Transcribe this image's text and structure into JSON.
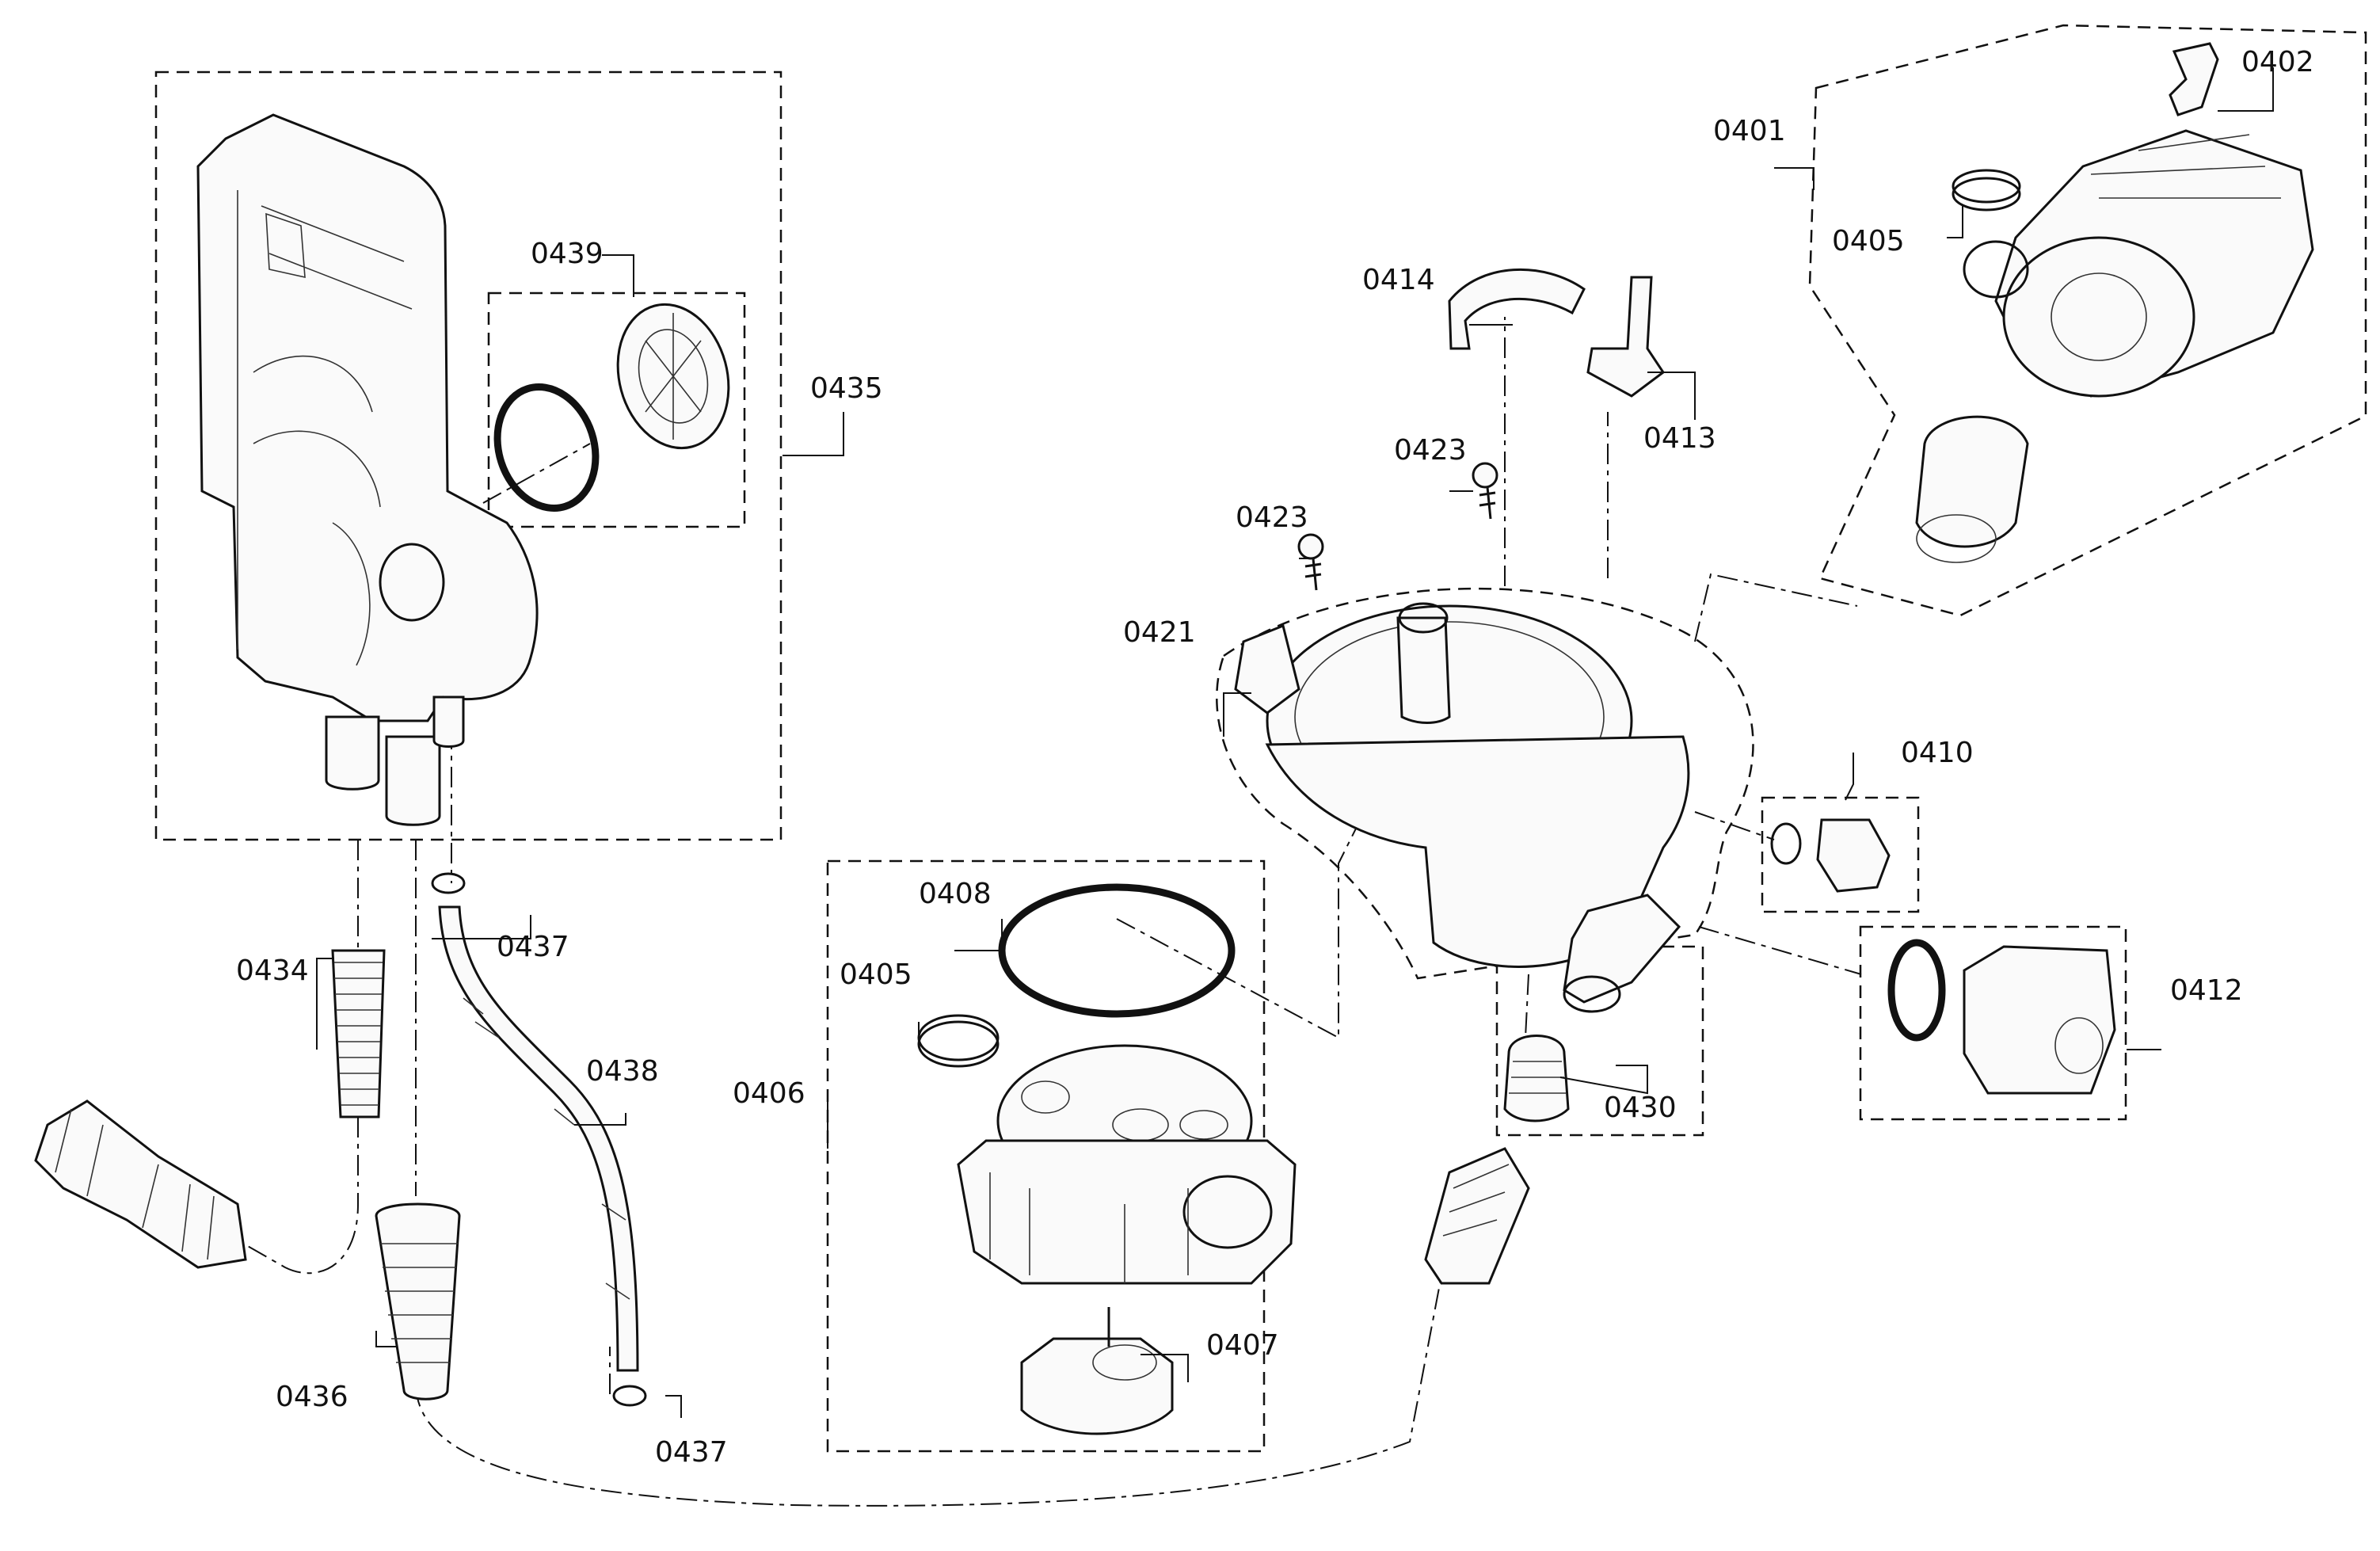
{
  "diagram": {
    "callouts": {
      "p0401": "0401",
      "p0402": "0402",
      "p0405a": "0405",
      "p0405b": "0405",
      "p0406": "0406",
      "p0407": "0407",
      "p0408": "0408",
      "p0410": "0410",
      "p0412": "0412",
      "p0413": "0413",
      "p0414": "0414",
      "p0421": "0421",
      "p0423a": "0423",
      "p0423b": "0423",
      "p0430": "0430",
      "p0434": "0434",
      "p0435": "0435",
      "p0436": "0436",
      "p0437a": "0437",
      "p0437b": "0437",
      "p0438": "0438",
      "p0439": "0439"
    }
  }
}
